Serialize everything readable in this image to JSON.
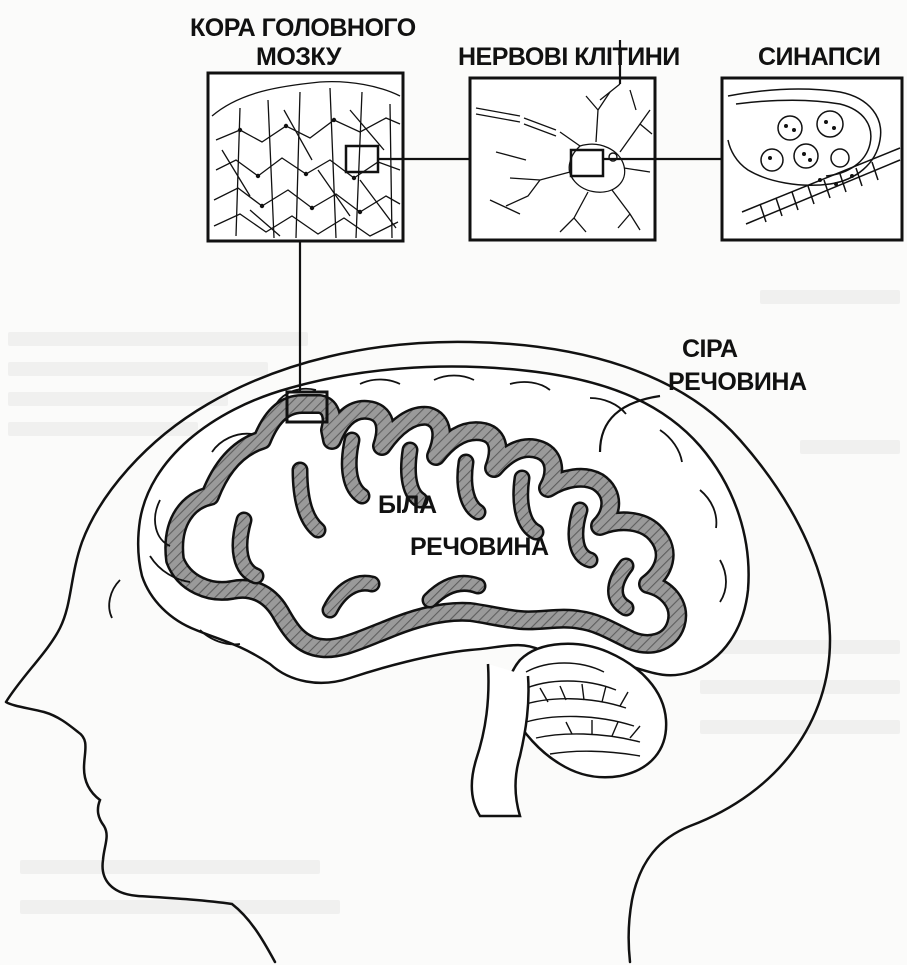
{
  "labels": {
    "cortex_line1": "КОРА ГОЛОВНОГО",
    "cortex_line2": "МОЗКУ",
    "neurons": "НЕРВОВІ КЛІТИНИ",
    "synapses": "СИНАПСИ",
    "grey_line1": "СІРА",
    "grey_line2": "РЕЧОВИНА",
    "white_line1": "БІЛА",
    "white_line2": "РЕЧОВИНА"
  },
  "colors": {
    "ink": "#111111",
    "grey_matter": "#8a8a8a",
    "background": "#fbfbfa"
  }
}
